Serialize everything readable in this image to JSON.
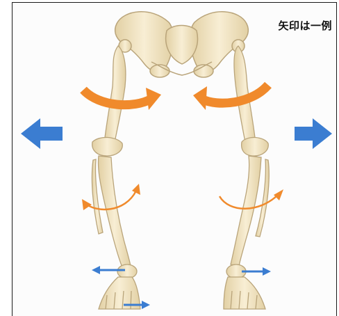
{
  "caption": "矢印は一例",
  "colors": {
    "bone_fill": "#f3e6c4",
    "bone_stroke": "#b9a47a",
    "rotation_arrow": "#f08a2c",
    "direction_arrow": "#3b7dd1"
  },
  "arrows": {
    "thigh_rotation": "orange-curved-arrow",
    "shin_rotation": "orange-curved-arrow",
    "outward_direction": "blue-block-arrow",
    "foot_direction": "blue-line-arrow"
  }
}
